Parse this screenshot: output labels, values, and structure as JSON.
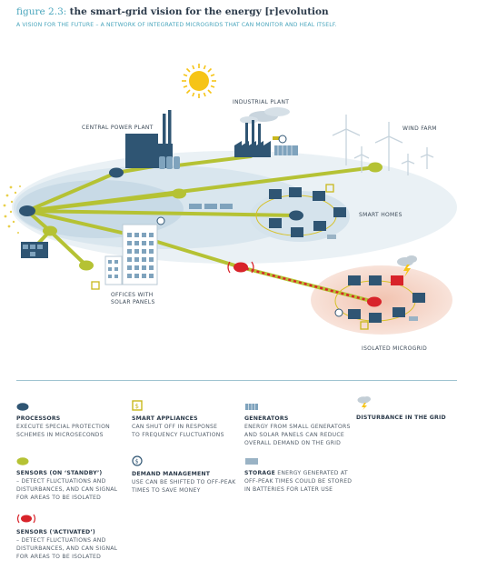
{
  "header": {
    "figure_number": "figure 2.3:",
    "title": "the smart-grid vision for the energy [r]evolution",
    "subtitle": "A VISION FOR THE FUTURE – A NETWORK OF INTEGRATED MICROGRIDS THAT CAN MONITOR AND HEAL ITSELF."
  },
  "labels": {
    "central_power_plant": "CENTRAL POWER PLANT",
    "industrial_plant": "INDUSTRIAL PLANT",
    "wind_farm": "WIND FARM",
    "smart_homes": "SMART HOMES",
    "offices_line1": "OFFICES WITH",
    "offices_line2": "SOLAR PANELS",
    "isolated_microgrid": "ISOLATED MICROGRID"
  },
  "legend": {
    "processors": {
      "head": "PROCESSORS",
      "line1": "EXECUTE SPECIAL PROTECTION",
      "line2": "SCHEMES IN MICROSECONDS"
    },
    "smart_appliances": {
      "head": "SMART APPLIANCES",
      "line1": "CAN SHUT OFF IN RESPONSE",
      "line2": "TO FREQUENCY FLUCTUATIONS"
    },
    "generators": {
      "head": "GENERATORS",
      "line1": "ENERGY FROM SMALL GENERATORS",
      "line2": "AND SOLAR PANELS CAN REDUCE",
      "line3": "OVERALL DEMAND ON THE GRID"
    },
    "disturbance": {
      "head": "DISTURBANCE IN THE GRID"
    },
    "sensors_standby": {
      "head": "SENSORS (ON ‘STANDBY’)",
      "line1": "– DETECT FLUCTUATIONS AND",
      "line2": "DISTURBANCES, AND CAN SIGNAL",
      "line3": "FOR AREAS TO BE ISOLATED"
    },
    "demand_management": {
      "head": "DEMAND MANAGEMENT",
      "line1": "USE CAN BE SHIFTED TO OFF-PEAK",
      "line2": "TIMES TO SAVE MONEY"
    },
    "storage": {
      "head": "STORAGE",
      "line1": "ENERGY GENERATED AT",
      "line2": "OFF-PEAK TIMES COULD BE STORED",
      "line3": "IN BATTERIES FOR LATER USE"
    },
    "sensors_activated": {
      "head": "SENSORS (‘ACTIVATED’)",
      "line1": "– DETECT FLUCTUATIONS AND",
      "line2": "DISTURBANCES, AND CAN SIGNAL",
      "line3": "FOR AREAS TO BE ISOLATED"
    }
  },
  "colors": {
    "grid_line": "#b5c234",
    "processor": "#2f5573",
    "sensor_activated": "#d8232a",
    "accent_teal": "#4aa6bd",
    "sun": "#f6c417",
    "microgrid_zone": "#f4d2c4",
    "appliance": "#c9b81c"
  },
  "icons": [
    "sun-icon",
    "cloud-lightning-icon",
    "wind-turbine-icon",
    "house-icon",
    "smart-appliance-icon",
    "demand-management-icon",
    "generator-icon"
  ]
}
